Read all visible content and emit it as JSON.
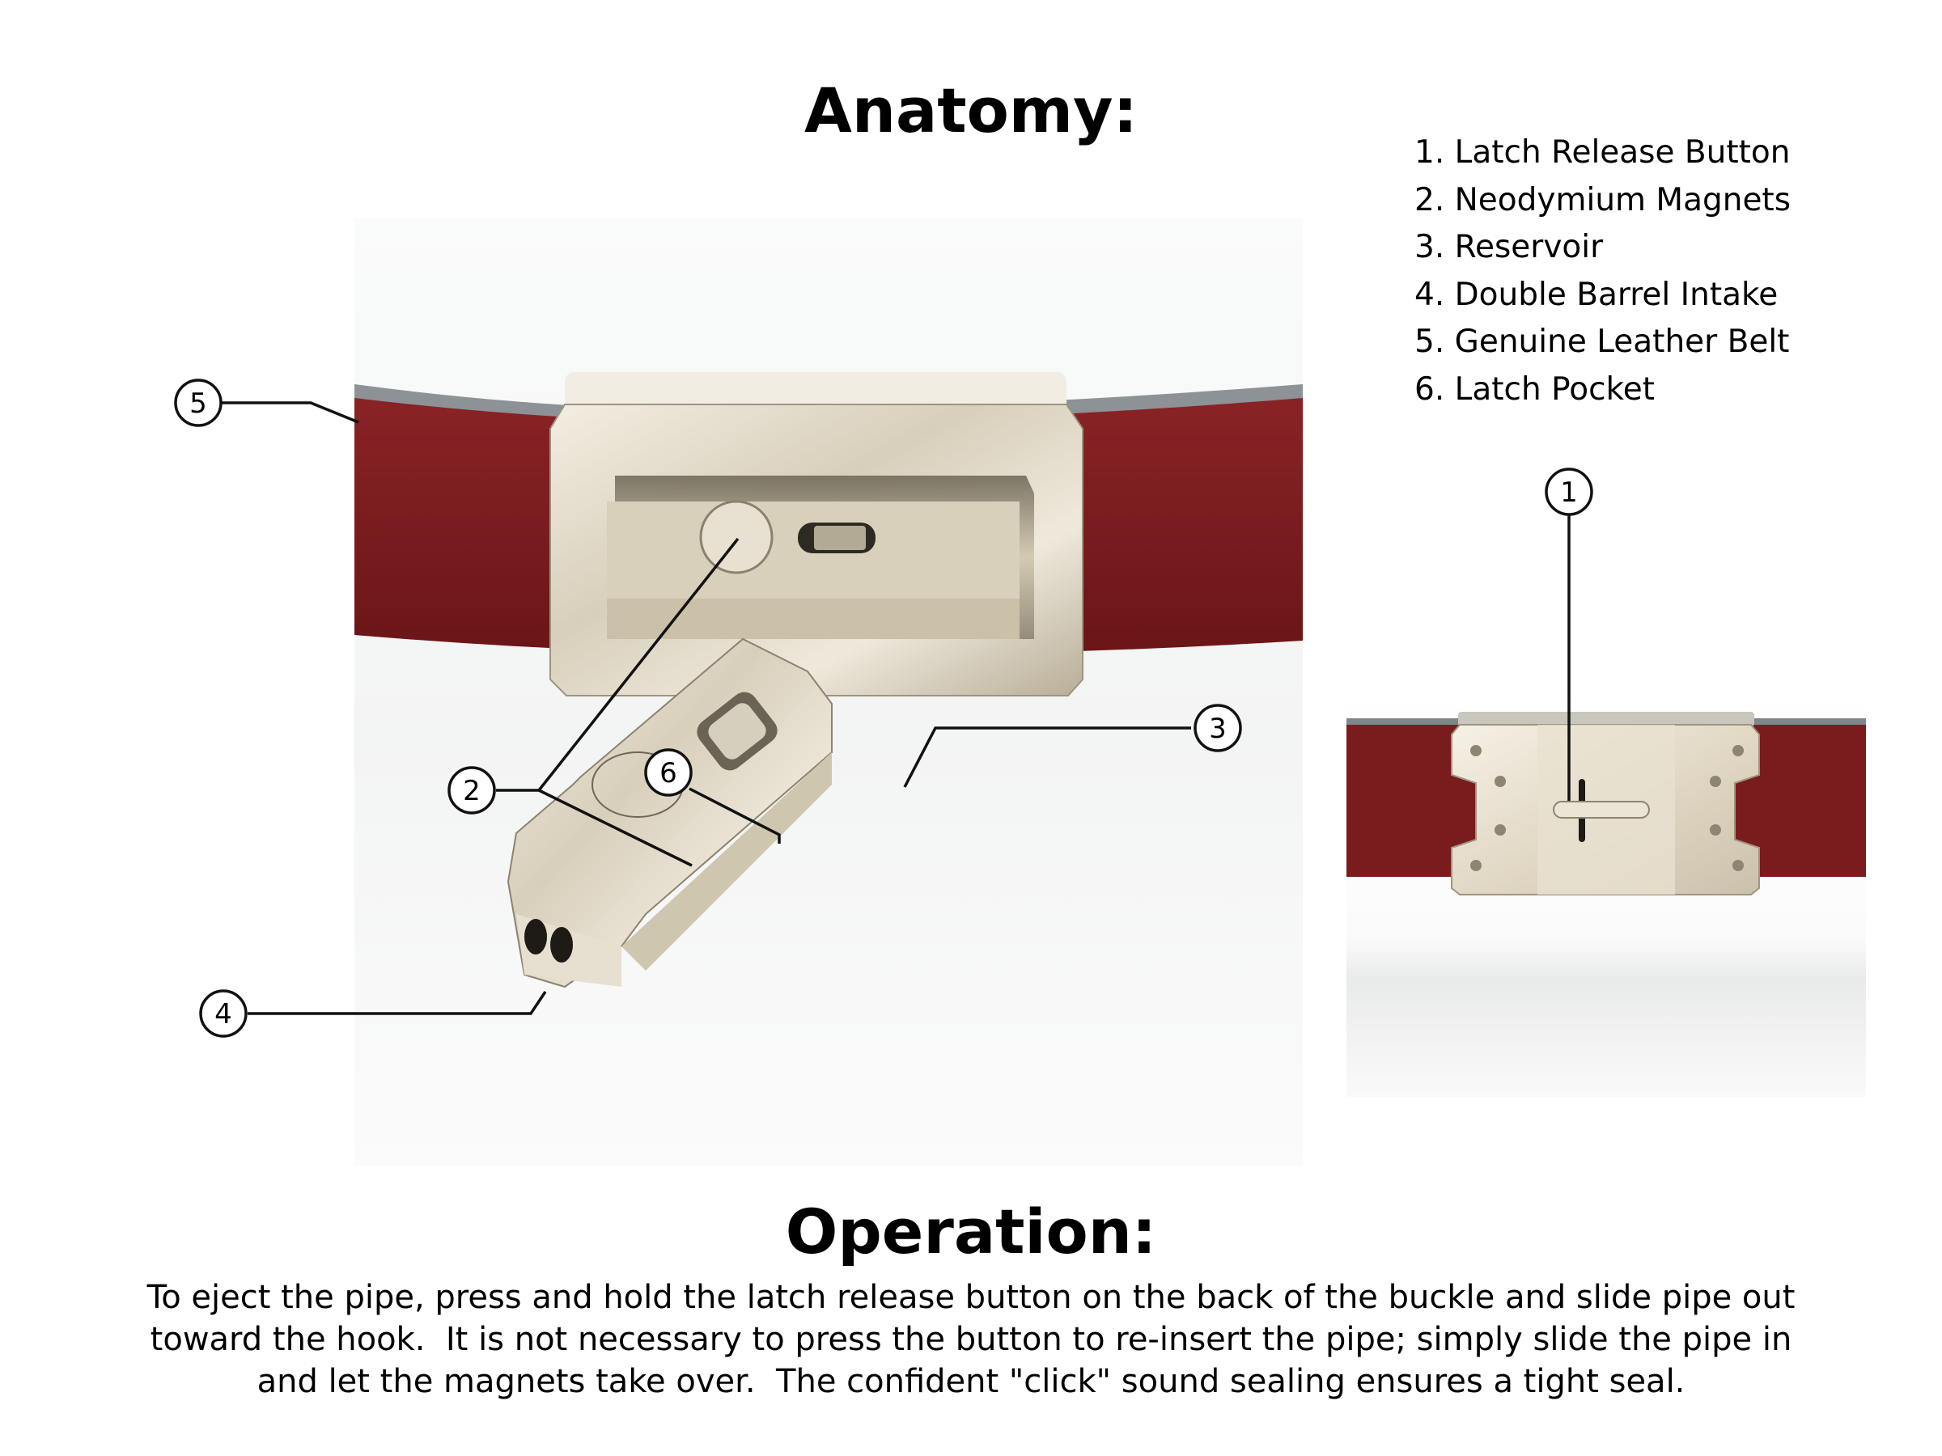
{
  "headings": {
    "anatomy": "Anatomy:",
    "operation": "Operation:"
  },
  "legend": {
    "items": [
      {
        "number": "1.",
        "label": "Latch Release Button"
      },
      {
        "number": "2.",
        "label": "Neodymium Magnets"
      },
      {
        "number": "3.",
        "label": "Reservoir"
      },
      {
        "number": "4.",
        "label": "Double Barrel Intake"
      },
      {
        "number": "5.",
        "label": "Genuine Leather Belt"
      },
      {
        "number": "6.",
        "label": "Latch Pocket"
      }
    ]
  },
  "callouts": {
    "c1": "1",
    "c2": "2",
    "c3": "3",
    "c4": "4",
    "c5": "5",
    "c6": "6"
  },
  "operation_text": {
    "line1": "To eject the pipe, press and hold the latch release button on the back of the buckle and slide pipe out",
    "line2": "toward the hook.  It is not necessary to press the button to re-insert the pipe; simply slide the pipe in",
    "line3": "and let the magnets take over.  The confident \"click\" sound sealing ensures a tight seal."
  },
  "colors": {
    "leather": "#7a1c1e",
    "metal": "#e4dccb",
    "background": "#ffffff",
    "text": "#000000"
  }
}
